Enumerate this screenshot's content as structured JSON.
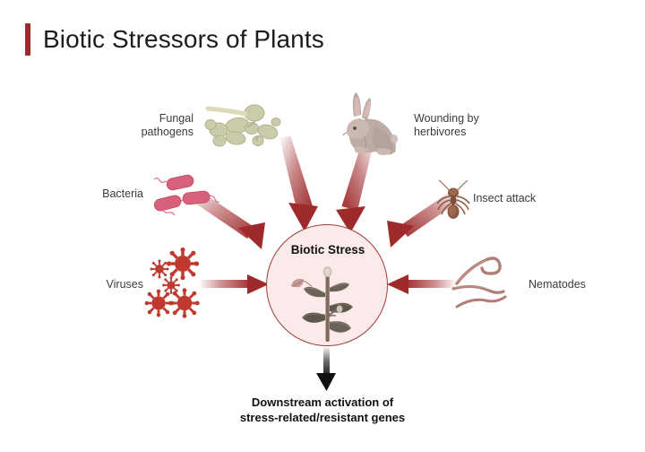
{
  "header": {
    "title": "Biotic Stressors of Plants",
    "accent_color": "#9e2a2b"
  },
  "center": {
    "label": "Biotic Stress",
    "fill_color": "#faeaea",
    "border_color": "#a33a3a",
    "illustration": "stressed-plant-with-falling-leaf"
  },
  "caption": "Downstream activation of\nstress-related/resistant genes",
  "stressors": [
    {
      "id": "fungal-pathogens",
      "label": "Fungal\npathogens",
      "icon": "fungal-hyphae-icon",
      "color": "#c9c8a8",
      "arrow": "diagonal-down-right"
    },
    {
      "id": "wounding-by-herbivores",
      "label": "Wounding by\nherbivores",
      "icon": "rabbit-icon",
      "color": "#b5a49b",
      "arrow": "diagonal-down-left"
    },
    {
      "id": "bacteria",
      "label": "Bacteria",
      "icon": "bacteria-rods-icon",
      "color": "#d9607a",
      "arrow": "diagonal-down-right"
    },
    {
      "id": "insect-attack",
      "label": "Insect attack",
      "icon": "ant-icon",
      "color": "#8a5a42",
      "arrow": "diagonal-down-left"
    },
    {
      "id": "viruses",
      "label": "Viruses",
      "icon": "virus-particles-icon",
      "color": "#c0392f",
      "arrow": "horizontal-right"
    },
    {
      "id": "nematodes",
      "label": "Nematodes",
      "icon": "nematode-worms-icon",
      "color": "#b07f77",
      "arrow": "horizontal-left"
    }
  ],
  "arrow_colors": {
    "stressor_arrow": "#9e2a2b",
    "output_arrow": "#111111"
  },
  "chart_data": {
    "type": "diagram",
    "diagram_kind": "hub-and-spoke convergence diagram",
    "title": "Biotic Stressors of Plants",
    "hub": "Biotic Stress",
    "inputs": [
      "Fungal pathogens",
      "Wounding by herbivores",
      "Bacteria",
      "Insect attack",
      "Viruses",
      "Nematodes"
    ],
    "output": "Downstream activation of stress-related/resistant genes",
    "edge_count": 7,
    "input_edge_count": 6,
    "output_edge_count": 1
  }
}
